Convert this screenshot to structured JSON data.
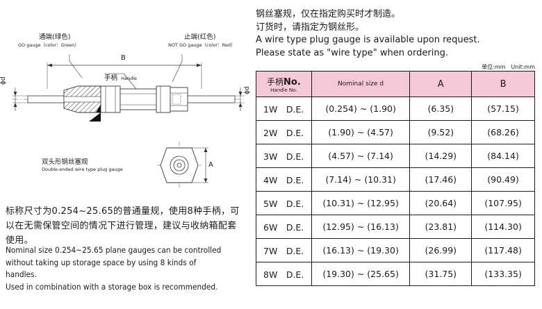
{
  "drawing": {
    "go_cn": "通端(绿色)",
    "go_en": "GO gauge（color：Green）",
    "notgo_cn": "止端(红色)",
    "notgo_en": "NOT GO gauge（color：Red）",
    "dim_b": "B",
    "handle_cn": "手柄",
    "handle_en": "Handle",
    "dim_d_left": "ϕd",
    "dim_d_right": "ϕd",
    "double_cn": "双头形钢丝塞规",
    "double_en": "Double-ended wire type plug gauge",
    "dim_a": "A"
  },
  "intro": {
    "line1": "钢丝塞规，仅在指定购买时才制造。",
    "line2": "订货时，请指定为钢丝形。",
    "line3": "A wire type plug gauge is available upon request.",
    "line4": "Please state as \"wire type\" when ordering."
  },
  "unit_label": "单位:mm　Unit:mm",
  "table": {
    "headers": {
      "handle_cn": "手柄",
      "handle_no": "No.",
      "handle_en": "Handle No.",
      "nominal": "Nominal size d",
      "a": "A",
      "b": "B"
    },
    "rows": [
      {
        "handle": "1W　D.E.",
        "nominal": "(0.254) ~ (1.90)",
        "a": "(6.35)",
        "b": "(57.15)"
      },
      {
        "handle": "2W　D.E.",
        "nominal": "(1.90) ~ (4.57)",
        "a": "(9.52)",
        "b": "(68.26)"
      },
      {
        "handle": "3W　D.E.",
        "nominal": "(4.57) ~ (7.14)",
        "a": "(14.29)",
        "b": "(84.14)"
      },
      {
        "handle": "4W　D.E.",
        "nominal": "(7.14) ~ (10.31)",
        "a": "(17.46)",
        "b": "(90.49)"
      },
      {
        "handle": "5W　D.E.",
        "nominal": "(10.31) ~ (12.95)",
        "a": "(20.64)",
        "b": "(107.95)"
      },
      {
        "handle": "6W　D.E.",
        "nominal": "(12.95) ~ (16.13)",
        "a": "(23.81)",
        "b": "(114.30)"
      },
      {
        "handle": "7W　D.E.",
        "nominal": "(16.13) ~ (19.30)",
        "a": "(26.99)",
        "b": "(117.48)"
      },
      {
        "handle": "8W　D.E.",
        "nominal": "(19.30) ~ (25.65)",
        "a": "(31.75)",
        "b": "(133.35)"
      }
    ]
  },
  "note": {
    "cn": "标称尺寸为0.254~25.65的普通量规，使用8种手柄，可以在无需保管空间的情况下进行管理，建议与收纳箱配套使用。",
    "en_line1": "Nominal size 0.254~25.65 plane gauges can be controlled",
    "en_line2": "without taking up storage space by using 8 kinds of handles.",
    "en_line3": "Used in combination with a storage box is recommended."
  }
}
